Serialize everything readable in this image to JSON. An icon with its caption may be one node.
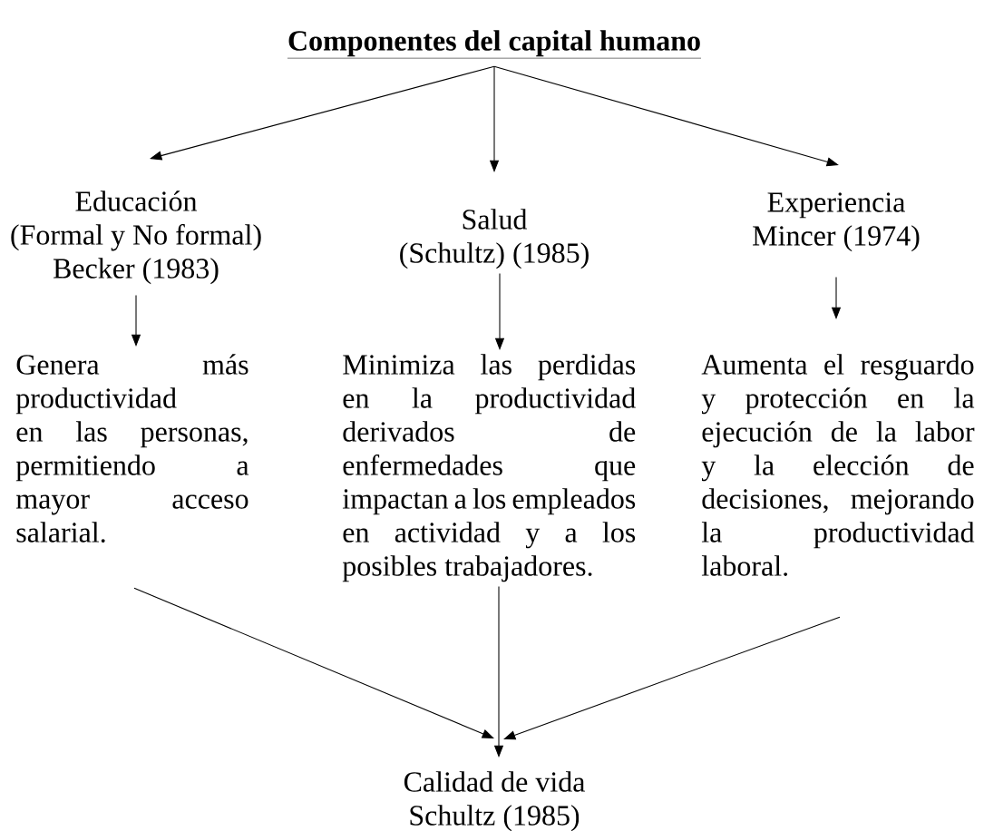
{
  "diagram": {
    "nodes": [
      {
        "text": [
          "Componentes del capital humano"
        ]
      },
      {
        "text": [
          "Educación",
          "(Formal y No formal)",
          "Becker (1983)"
        ]
      },
      {
        "text": [
          "Salud",
          "(Schultz) (1985)"
        ]
      },
      {
        "text": [
          "Experiencia",
          "Mincer (1974)"
        ]
      },
      {
        "text": [
          "Genera más productividad en las personas, permitiendo a mayor acceso salarial."
        ]
      },
      {
        "text": [
          "Minimiza las perdidas en la productividad derivados de enfermedades que impactan a los empleados en actividad y a los posibles trabajadores."
        ]
      },
      {
        "text": [
          "Aumenta el resguardo y protección en la ejecución de la labor y la elección de decisiones, mejorando la productividad laboral."
        ]
      },
      {
        "text": [
          "Calidad de vida",
          "Schultz (1985)"
        ]
      }
    ],
    "edges": [
      {
        "from": 0,
        "to": 1,
        "arrow": "to"
      },
      {
        "from": 0,
        "to": 2,
        "arrow": "to"
      },
      {
        "from": 0,
        "to": 3,
        "arrow": "to"
      },
      {
        "from": 1,
        "to": 4,
        "arrow": "to"
      },
      {
        "from": 2,
        "to": 5,
        "arrow": "to"
      },
      {
        "from": 3,
        "to": 6,
        "arrow": "to"
      },
      {
        "from": 4,
        "to": 7,
        "arrow": "to"
      },
      {
        "from": 5,
        "to": 7,
        "arrow": "to"
      },
      {
        "from": 6,
        "to": 7,
        "arrow": "to"
      }
    ]
  }
}
